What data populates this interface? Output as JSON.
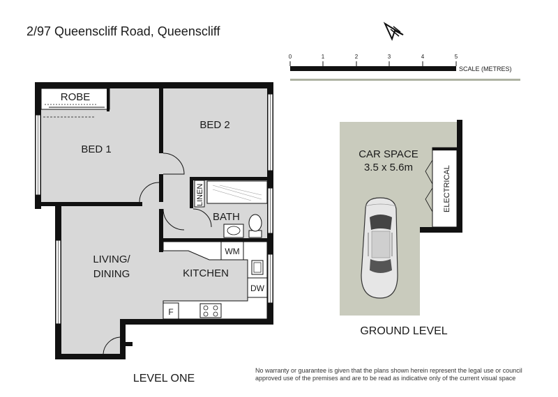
{
  "title": "2/97 Queenscliff Road, Queenscliff",
  "scale": {
    "ticks": [
      "0",
      "1",
      "2",
      "3",
      "4",
      "5"
    ],
    "label": "SCALE (METRES)"
  },
  "rooms": {
    "robe": "ROBE",
    "bed1": "BED 1",
    "bed2": "BED 2",
    "linen": "LINEN",
    "bath": "BATH",
    "living_line1": "LIVING/",
    "living_line2": "DINING",
    "kitchen": "KITCHEN",
    "wm": "WM",
    "dw": "DW",
    "fridge": "F"
  },
  "ground": {
    "car_space": "CAR SPACE",
    "car_dims": "3.5 x 5.6m",
    "electrical": "ELECTRICAL"
  },
  "levels": {
    "level_one": "LEVEL ONE",
    "ground_level": "GROUND LEVEL"
  },
  "disclaimer": {
    "line1": "No warranty or guarantee is given that the plans shown herein represent the legal use or council",
    "line2": "approved use of the premises and are to be read as indicative only of the current visual space"
  },
  "colors": {
    "room_fill": "#d8d8d8",
    "wall": "#111111",
    "car_space_fill": "#c9cbbd"
  },
  "icons": [
    "north-arrow-icon",
    "entry-arrow-icon",
    "car-icon"
  ]
}
